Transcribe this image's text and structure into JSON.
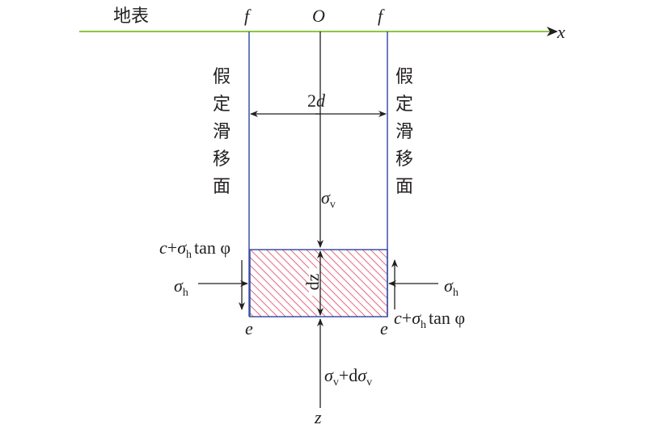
{
  "labels": {
    "ground": "地表",
    "x_axis": "x",
    "z_axis": "z",
    "origin": "O",
    "f_left": "f",
    "f_right": "f",
    "e_left": "e",
    "e_right": "e",
    "width_coef": "2",
    "width_var": "d",
    "slip_left": [
      "假",
      "定",
      "滑",
      "移",
      "面"
    ],
    "slip_right": [
      "假",
      "定",
      "滑",
      "移",
      "面"
    ],
    "dz": "dz",
    "sigma": "σ",
    "sub_v": "v",
    "sub_h": "h",
    "plus": "+",
    "c": "c",
    "d_text": "d",
    "tan_phi": "tan φ"
  },
  "colors": {
    "ground_line": "#8dc63f",
    "slip_lines": "#3850a8",
    "hatch": "#e0405c",
    "arrows": "#231f20"
  }
}
